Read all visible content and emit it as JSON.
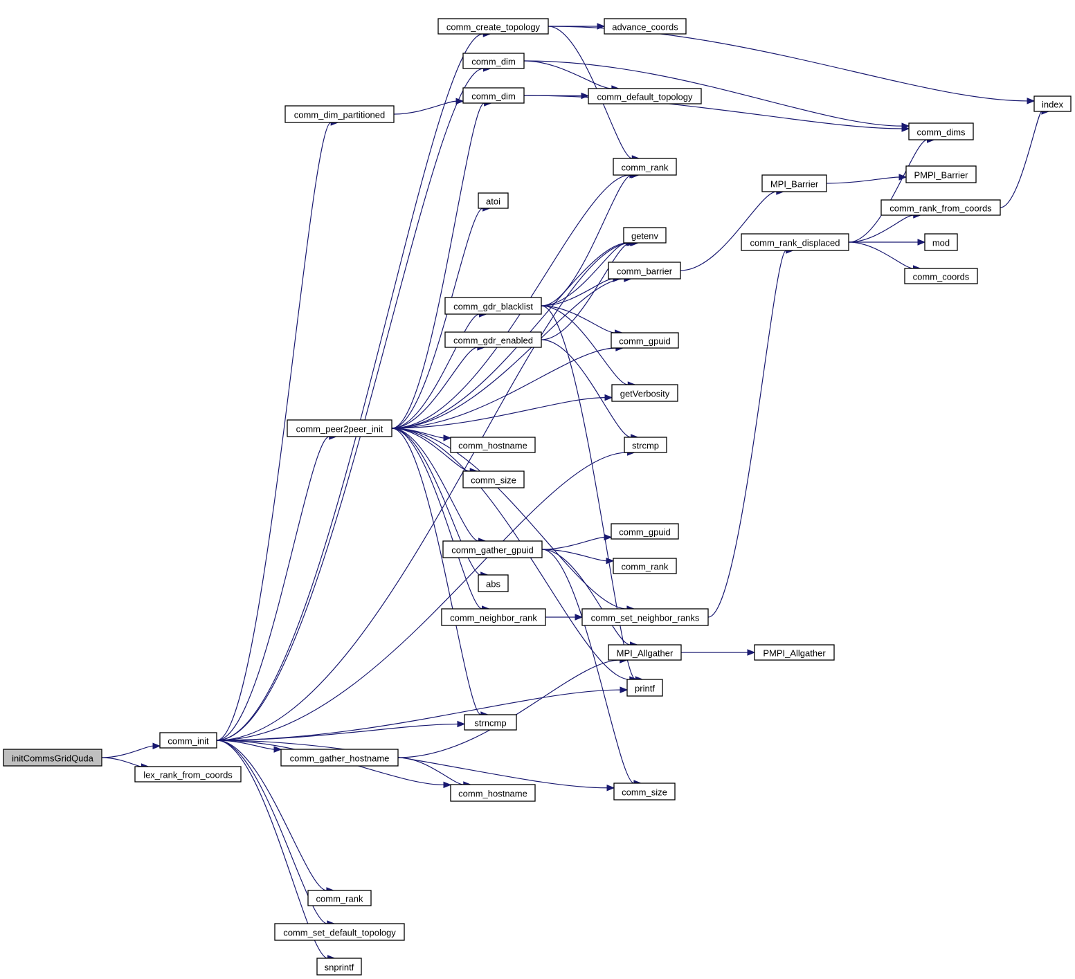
{
  "diagram": {
    "type": "call-graph",
    "root": "initCommsGridQuda",
    "edge_color": "#191970",
    "root_fill": "#bfbfbf",
    "nodes": [
      {
        "id": "initCommsGridQuda",
        "label": "initCommsGridQuda",
        "root": true
      },
      {
        "id": "comm_init",
        "label": "comm_init"
      },
      {
        "id": "lex_rank_from_coords",
        "label": "lex_rank_from_coords"
      },
      {
        "id": "comm_create_topology",
        "label": "comm_create_topology"
      },
      {
        "id": "advance_coords",
        "label": "advance_coords"
      },
      {
        "id": "comm_dim_a",
        "label": "comm_dim"
      },
      {
        "id": "comm_dim_b",
        "label": "comm_dim"
      },
      {
        "id": "comm_default_topology",
        "label": "comm_default_topology"
      },
      {
        "id": "comm_dim_partitioned",
        "label": "comm_dim_partitioned"
      },
      {
        "id": "index",
        "label": "index"
      },
      {
        "id": "comm_dims",
        "label": "comm_dims"
      },
      {
        "id": "comm_rank_a",
        "label": "comm_rank"
      },
      {
        "id": "MPI_Barrier",
        "label": "MPI_Barrier"
      },
      {
        "id": "PMPI_Barrier",
        "label": "PMPI_Barrier"
      },
      {
        "id": "atoi",
        "label": "atoi"
      },
      {
        "id": "comm_rank_from_coords",
        "label": "comm_rank_from_coords"
      },
      {
        "id": "getenv",
        "label": "getenv"
      },
      {
        "id": "comm_rank_displaced",
        "label": "comm_rank_displaced"
      },
      {
        "id": "mod",
        "label": "mod"
      },
      {
        "id": "comm_barrier",
        "label": "comm_barrier"
      },
      {
        "id": "comm_coords",
        "label": "comm_coords"
      },
      {
        "id": "comm_gdr_blacklist",
        "label": "comm_gdr_blacklist"
      },
      {
        "id": "comm_gdr_enabled",
        "label": "comm_gdr_enabled"
      },
      {
        "id": "comm_gpuid_a",
        "label": "comm_gpuid"
      },
      {
        "id": "getVerbosity",
        "label": "getVerbosity"
      },
      {
        "id": "comm_peer2peer_init",
        "label": "comm_peer2peer_init"
      },
      {
        "id": "comm_hostname_a",
        "label": "comm_hostname"
      },
      {
        "id": "strcmp",
        "label": "strcmp"
      },
      {
        "id": "comm_size_a",
        "label": "comm_size"
      },
      {
        "id": "comm_gather_gpuid",
        "label": "comm_gather_gpuid"
      },
      {
        "id": "comm_gpuid_b",
        "label": "comm_gpuid"
      },
      {
        "id": "comm_rank_b",
        "label": "comm_rank"
      },
      {
        "id": "abs",
        "label": "abs"
      },
      {
        "id": "comm_neighbor_rank",
        "label": "comm_neighbor_rank"
      },
      {
        "id": "comm_set_neighbor_ranks",
        "label": "comm_set_neighbor_ranks"
      },
      {
        "id": "MPI_Allgather",
        "label": "MPI_Allgather"
      },
      {
        "id": "PMPI_Allgather",
        "label": "PMPI_Allgather"
      },
      {
        "id": "printf",
        "label": "printf"
      },
      {
        "id": "strncmp",
        "label": "strncmp"
      },
      {
        "id": "comm_gather_hostname",
        "label": "comm_gather_hostname"
      },
      {
        "id": "comm_hostname_b",
        "label": "comm_hostname"
      },
      {
        "id": "comm_size_b",
        "label": "comm_size"
      },
      {
        "id": "comm_rank_c",
        "label": "comm_rank"
      },
      {
        "id": "comm_set_default_topology",
        "label": "comm_set_default_topology"
      },
      {
        "id": "snprintf",
        "label": "snprintf"
      }
    ],
    "edges": [
      {
        "from": "initCommsGridQuda",
        "to": "comm_init"
      },
      {
        "from": "initCommsGridQuda",
        "to": "lex_rank_from_coords"
      },
      {
        "from": "comm_init",
        "to": "comm_create_topology"
      },
      {
        "from": "comm_init",
        "to": "comm_dim_a"
      },
      {
        "from": "comm_init",
        "to": "comm_dim_partitioned"
      },
      {
        "from": "comm_init",
        "to": "getenv"
      },
      {
        "from": "comm_init",
        "to": "comm_peer2peer_init"
      },
      {
        "from": "comm_init",
        "to": "strcmp"
      },
      {
        "from": "comm_init",
        "to": "strncmp"
      },
      {
        "from": "comm_init",
        "to": "comm_gather_hostname"
      },
      {
        "from": "comm_init",
        "to": "comm_hostname_b"
      },
      {
        "from": "comm_init",
        "to": "printf"
      },
      {
        "from": "comm_init",
        "to": "comm_size_b"
      },
      {
        "from": "comm_init",
        "to": "comm_rank_c"
      },
      {
        "from": "comm_init",
        "to": "comm_set_default_topology"
      },
      {
        "from": "comm_init",
        "to": "snprintf"
      },
      {
        "from": "comm_create_topology",
        "to": "advance_coords"
      },
      {
        "from": "comm_create_topology",
        "to": "index"
      },
      {
        "from": "comm_create_topology",
        "to": "comm_rank_a"
      },
      {
        "from": "comm_dim_a",
        "to": "comm_default_topology"
      },
      {
        "from": "comm_dim_a",
        "to": "comm_dims"
      },
      {
        "from": "comm_dim_partitioned",
        "to": "comm_dim_b"
      },
      {
        "from": "comm_dim_b",
        "to": "comm_default_topology"
      },
      {
        "from": "comm_dim_b",
        "to": "comm_dims"
      },
      {
        "from": "comm_peer2peer_init",
        "to": "comm_dim_b"
      },
      {
        "from": "comm_peer2peer_init",
        "to": "comm_rank_a"
      },
      {
        "from": "comm_peer2peer_init",
        "to": "atoi"
      },
      {
        "from": "comm_peer2peer_init",
        "to": "getenv"
      },
      {
        "from": "comm_peer2peer_init",
        "to": "comm_barrier"
      },
      {
        "from": "comm_peer2peer_init",
        "to": "comm_gdr_blacklist"
      },
      {
        "from": "comm_peer2peer_init",
        "to": "comm_gdr_enabled"
      },
      {
        "from": "comm_peer2peer_init",
        "to": "comm_gpuid_a"
      },
      {
        "from": "comm_peer2peer_init",
        "to": "getVerbosity"
      },
      {
        "from": "comm_peer2peer_init",
        "to": "comm_hostname_a"
      },
      {
        "from": "comm_peer2peer_init",
        "to": "comm_size_a"
      },
      {
        "from": "comm_peer2peer_init",
        "to": "comm_gather_gpuid"
      },
      {
        "from": "comm_peer2peer_init",
        "to": "abs"
      },
      {
        "from": "comm_peer2peer_init",
        "to": "comm_neighbor_rank"
      },
      {
        "from": "comm_peer2peer_init",
        "to": "comm_set_neighbor_ranks"
      },
      {
        "from": "comm_peer2peer_init",
        "to": "printf"
      },
      {
        "from": "comm_peer2peer_init",
        "to": "strncmp"
      },
      {
        "from": "comm_gdr_blacklist",
        "to": "comm_rank_a"
      },
      {
        "from": "comm_gdr_blacklist",
        "to": "getenv"
      },
      {
        "from": "comm_gdr_blacklist",
        "to": "comm_barrier"
      },
      {
        "from": "comm_gdr_blacklist",
        "to": "comm_gpuid_a"
      },
      {
        "from": "comm_gdr_blacklist",
        "to": "getVerbosity"
      },
      {
        "from": "comm_gdr_blacklist",
        "to": "printf"
      },
      {
        "from": "comm_gdr_enabled",
        "to": "getenv"
      },
      {
        "from": "comm_gdr_enabled",
        "to": "strcmp"
      },
      {
        "from": "comm_barrier",
        "to": "MPI_Barrier"
      },
      {
        "from": "MPI_Barrier",
        "to": "PMPI_Barrier"
      },
      {
        "from": "comm_rank_displaced",
        "to": "comm_dims"
      },
      {
        "from": "comm_rank_displaced",
        "to": "comm_rank_from_coords"
      },
      {
        "from": "comm_rank_displaced",
        "to": "mod"
      },
      {
        "from": "comm_rank_displaced",
        "to": "comm_coords"
      },
      {
        "from": "comm_rank_from_coords",
        "to": "index"
      },
      {
        "from": "comm_gather_gpuid",
        "to": "comm_gpuid_b"
      },
      {
        "from": "comm_gather_gpuid",
        "to": "comm_rank_b"
      },
      {
        "from": "comm_gather_gpuid",
        "to": "MPI_Allgather"
      },
      {
        "from": "comm_gather_gpuid",
        "to": "comm_size_b"
      },
      {
        "from": "comm_neighbor_rank",
        "to": "comm_set_neighbor_ranks"
      },
      {
        "from": "comm_set_neighbor_ranks",
        "to": "comm_rank_displaced"
      },
      {
        "from": "MPI_Allgather",
        "to": "PMPI_Allgather"
      },
      {
        "from": "comm_gather_hostname",
        "to": "MPI_Allgather"
      },
      {
        "from": "comm_gather_hostname",
        "to": "comm_hostname_b"
      }
    ]
  }
}
